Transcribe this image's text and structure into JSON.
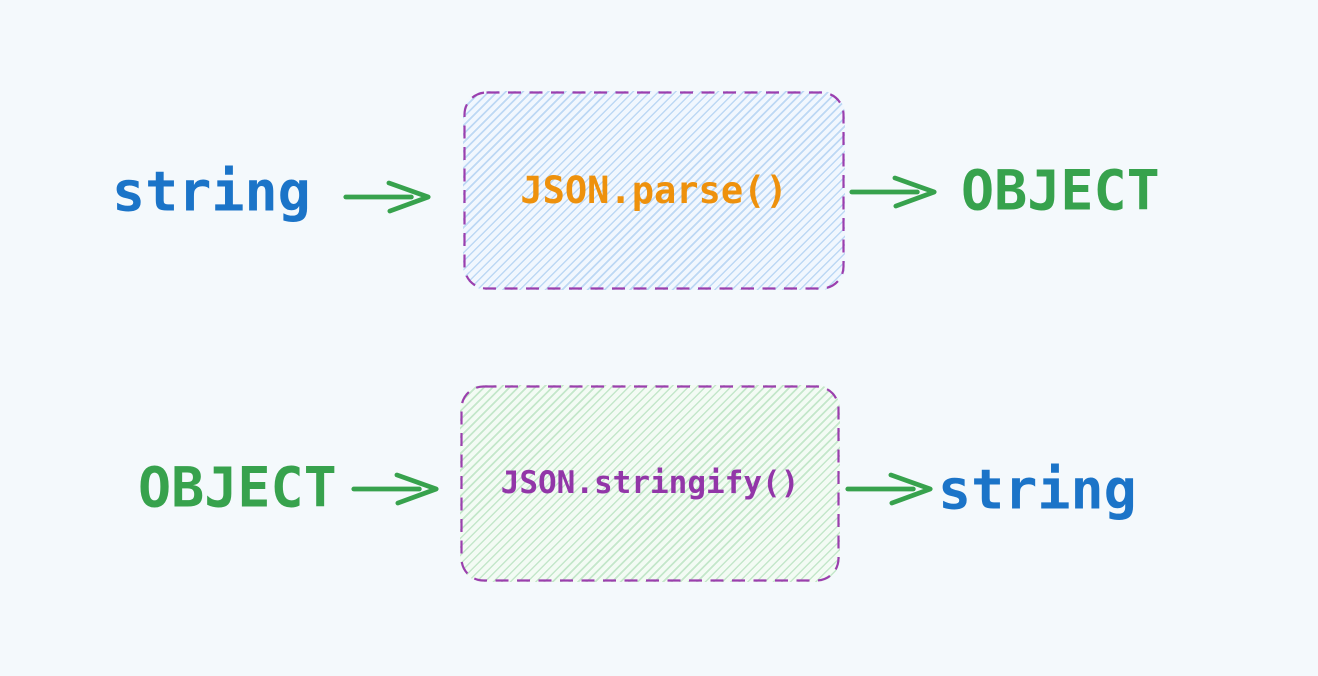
{
  "diagram": {
    "background_color": "#f4f9fc",
    "rows": [
      {
        "input": "string",
        "function": "JSON.parse()",
        "output": "OBJECT"
      },
      {
        "input": "OBJECT",
        "function": "JSON.stringify()",
        "output": "string"
      }
    ],
    "colors": {
      "string_label": "#1b74c8",
      "object_label": "#37a24d",
      "parse_function_text": "#ee910c",
      "stringify_function_text": "#9236a8",
      "arrow": "#37a24d",
      "box_border": "#9b3fae",
      "parse_box_hatch": "#bcd6f1",
      "stringify_box_hatch": "#c3e6ca"
    }
  }
}
